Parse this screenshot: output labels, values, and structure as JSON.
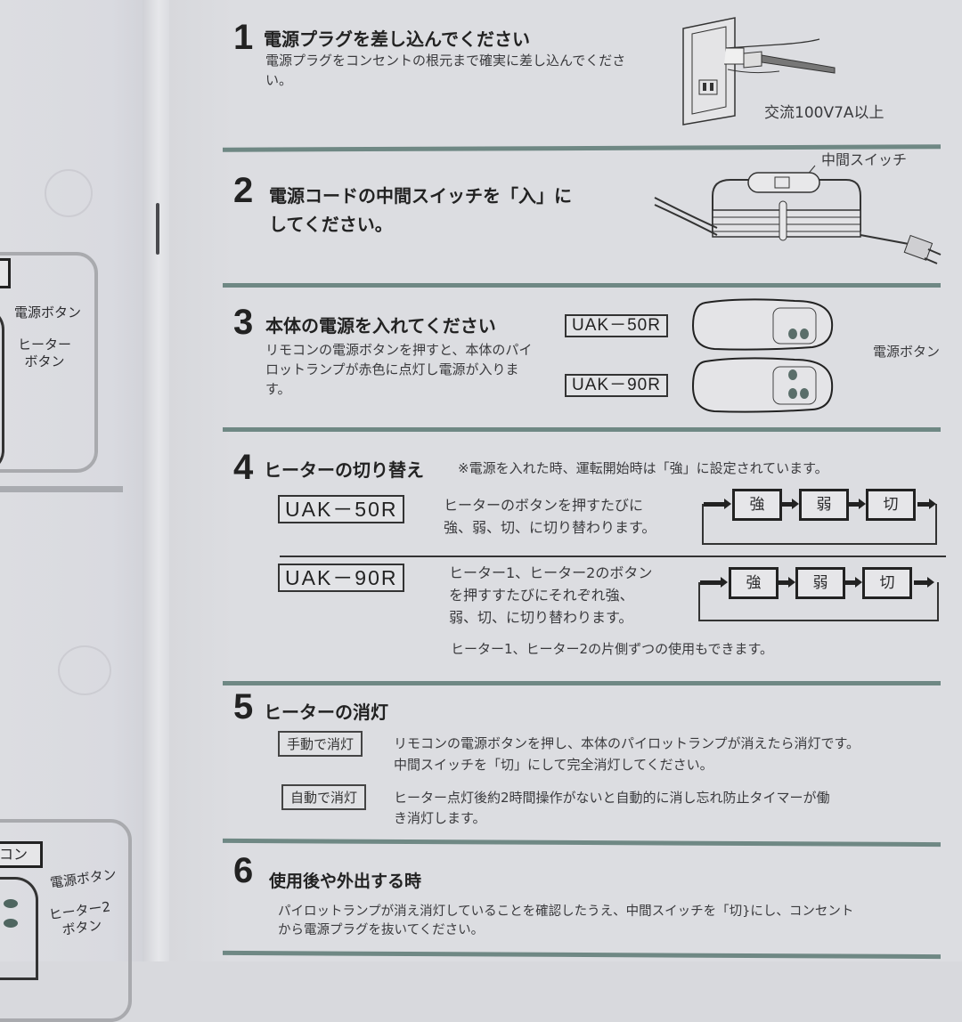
{
  "left_page": {
    "top_panel": {
      "labels": [
        "電源ボタン",
        "ヒーター\nボタン"
      ]
    },
    "bottom_panel": {
      "tag": "コン",
      "labels": [
        "電源ボタン",
        "ヒーター2\nボタン"
      ]
    }
  },
  "steps": [
    {
      "number": "1",
      "title": "電源プラグを差し込んでください",
      "body": "電源プラグをコンセントの根元まで確実に差し込んでください。",
      "illustration_caption": "交流100V7A以上",
      "illustration": "plug-into-outlet"
    },
    {
      "number": "2",
      "title_line1": "電源コードの中間スイッチを「入」に",
      "title_line2": "してください。",
      "illustration_label": "中間スイッチ",
      "illustration": "cord-with-inline-switch"
    },
    {
      "number": "3",
      "title": "本体の電源を入れてください",
      "body": "リモコンの電源ボタンを押すと、本体のパイロットランプが赤色に点灯し電源が入ります。",
      "models": [
        "UAK－50R",
        "UAK－90R"
      ],
      "illustration_label": "電源ボタン",
      "illustration": "remote-controls"
    },
    {
      "number": "4",
      "title": "ヒーターの切り替え",
      "note": "※電源を入れた時、運転開始時は「強」に設定されています。",
      "variants": [
        {
          "model": "UAK－50R",
          "text_line1": "ヒーターのボタンを押すたびに",
          "text_line2": "強、弱、切、に切り替わります。",
          "cycle": [
            "強",
            "弱",
            "切"
          ]
        },
        {
          "model": "UAK－90R",
          "text_line1": "ヒーター1、ヒーター2のボタン",
          "text_line2": "を押すすたびにそれぞれ強、",
          "text_line3": "弱、切、に切り替わります。",
          "cycle": [
            "強",
            "弱",
            "切"
          ],
          "footnote": "ヒーター1、ヒーター2の片側ずつの使用もできます。"
        }
      ]
    },
    {
      "number": "5",
      "title": "ヒーターの消灯",
      "modes": [
        {
          "tag": "手動で消灯",
          "line1": "リモコンの電源ボタンを押し、本体のパイロットランプが消えたら消灯です。",
          "line2": "中間スイッチを「切」にして完全消灯してください。"
        },
        {
          "tag": "自動で消灯",
          "line1": "ヒーター点灯後約2時間操作がないと自動的に消し忘れ防止タイマーが働",
          "line2": "き消灯します。"
        }
      ]
    },
    {
      "number": "6",
      "title": "使用後や外出する時",
      "line1": "パイロットランプが消え消灯していることを確認したうえ、中間スイッチを「切}にし、コンセント",
      "line2": "から電源プラグを抜いてください。"
    }
  ],
  "colors": {
    "paper": "#dcdde1",
    "divider": "#6f8884",
    "ink": "#222222"
  }
}
